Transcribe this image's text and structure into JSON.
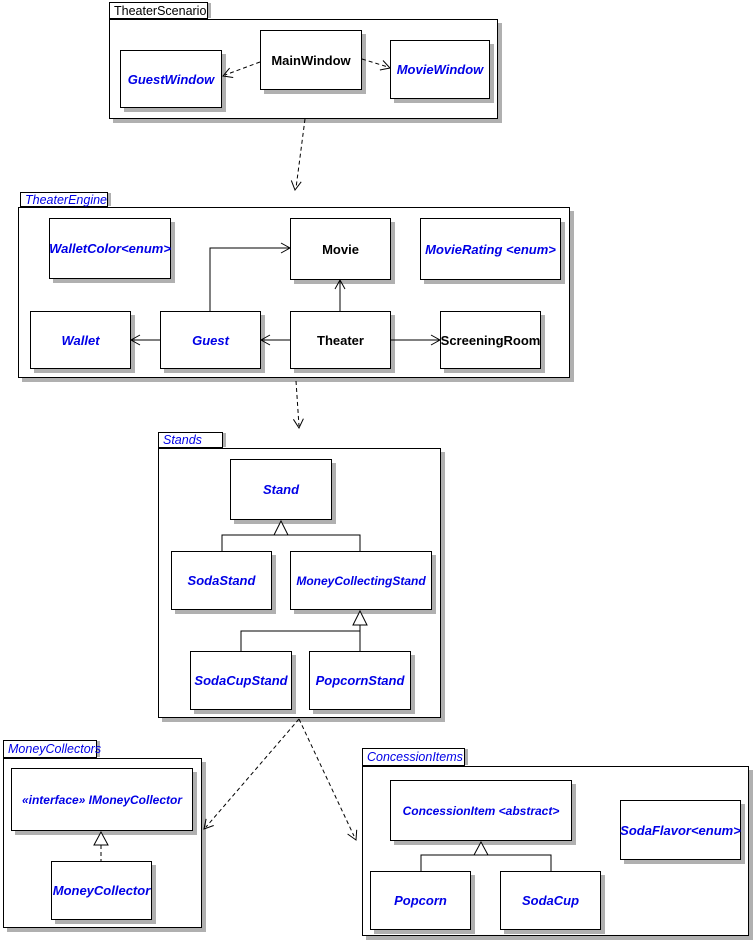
{
  "diagram_title": "Theater UML package diagram",
  "packages": {
    "theater_scenario": {
      "label": "TheaterScenario"
    },
    "theater_engine": {
      "label": "TheaterEngine"
    },
    "stands": {
      "label": "Stands"
    },
    "money_collectors": {
      "label": "MoneyCollectors"
    },
    "concession_items": {
      "label": "ConcessionItems"
    }
  },
  "classes": {
    "guest_window": {
      "label": "GuestWindow"
    },
    "main_window": {
      "label": "MainWindow"
    },
    "movie_window": {
      "label": "MovieWindow"
    },
    "wallet_color": {
      "label": "WalletColor<enum>"
    },
    "movie": {
      "label": "Movie"
    },
    "movie_rating": {
      "label": "MovieRating <enum>"
    },
    "wallet": {
      "label": "Wallet"
    },
    "guest": {
      "label": "Guest"
    },
    "theater": {
      "label": "Theater"
    },
    "screening_room": {
      "label": "ScreeningRoom"
    },
    "stand": {
      "label": "Stand"
    },
    "soda_stand": {
      "label": "SodaStand"
    },
    "money_collecting_stand": {
      "label": "MoneyCollectingStand"
    },
    "soda_cup_stand": {
      "label": "SodaCupStand"
    },
    "popcorn_stand": {
      "label": "PopcornStand"
    },
    "imoney_collector": {
      "label": "«interface» IMoneyCollector"
    },
    "money_collector": {
      "label": "MoneyCollector"
    },
    "concession_item": {
      "label": "ConcessionItem <abstract>"
    },
    "soda_flavor": {
      "label": "SodaFlavor<enum>"
    },
    "popcorn": {
      "label": "Popcorn"
    },
    "soda_cup": {
      "label": "SodaCup"
    }
  },
  "relationships": {
    "dependencies": [
      {
        "from": "MainWindow",
        "to": "GuestWindow"
      },
      {
        "from": "MainWindow",
        "to": "MovieWindow"
      },
      {
        "from": "TheaterScenario",
        "to": "TheaterEngine"
      },
      {
        "from": "TheaterEngine",
        "to": "Stands"
      },
      {
        "from": "Stands",
        "to": "MoneyCollectors"
      },
      {
        "from": "Stands",
        "to": "ConcessionItems"
      }
    ],
    "associations": [
      {
        "from": "Guest",
        "to": "Movie"
      },
      {
        "from": "Theater",
        "to": "Movie"
      },
      {
        "from": "Guest",
        "to": "Wallet"
      },
      {
        "from": "Theater",
        "to": "Guest"
      },
      {
        "from": "Theater",
        "to": "ScreeningRoom"
      }
    ],
    "inheritance": [
      {
        "child": "SodaStand",
        "parent": "Stand"
      },
      {
        "child": "MoneyCollectingStand",
        "parent": "Stand"
      },
      {
        "child": "SodaCupStand",
        "parent": "MoneyCollectingStand"
      },
      {
        "child": "PopcornStand",
        "parent": "MoneyCollectingStand"
      },
      {
        "child": "Popcorn",
        "parent": "ConcessionItem"
      },
      {
        "child": "SodaCup",
        "parent": "ConcessionItem"
      }
    ],
    "realizations": [
      {
        "child": "MoneyCollector",
        "interface": "IMoneyCollector"
      }
    ]
  },
  "colors": {
    "blue": "#0000e6",
    "black": "#000000",
    "shadow": "#b0b0b0",
    "bg": "#ffffff",
    "line": "#000000"
  }
}
